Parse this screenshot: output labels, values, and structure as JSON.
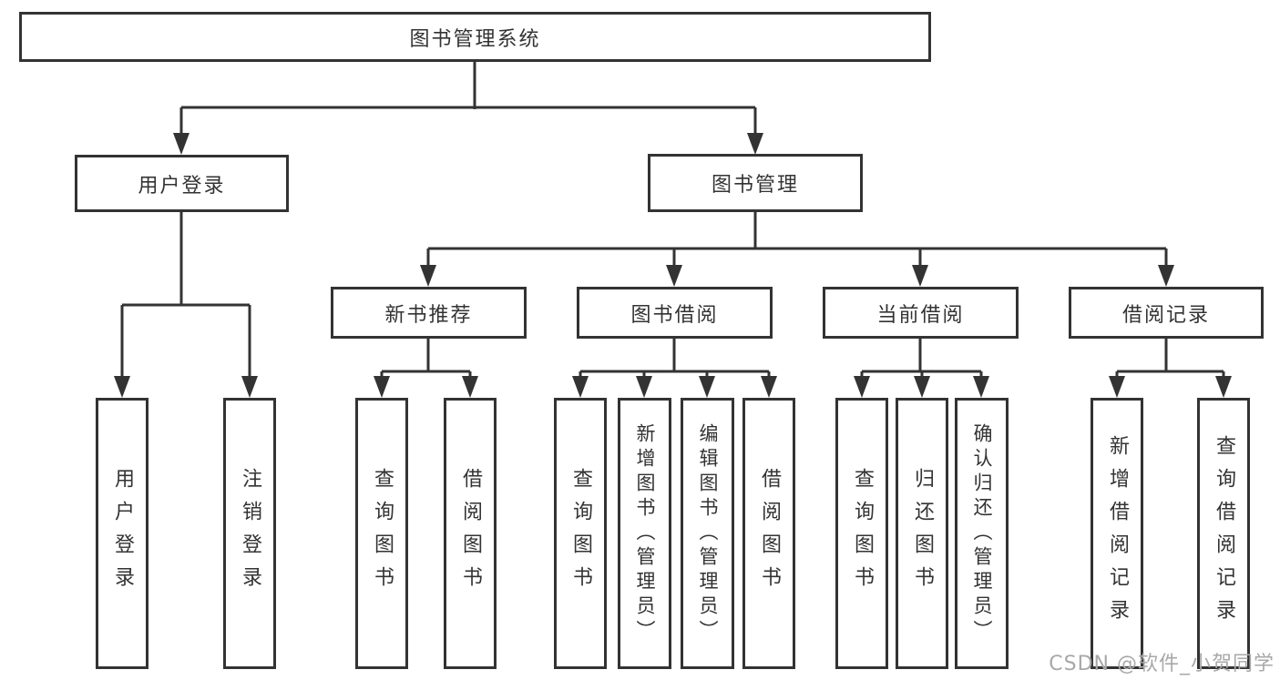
{
  "title": "图书管理系统",
  "level2": {
    "user_login": "用户登录",
    "book_mgmt": "图书管理"
  },
  "level3": {
    "new_book_rec": "新书推荐",
    "book_borrow": "图书借阅",
    "current_borrow": "当前借阅",
    "borrow_records": "借阅记录"
  },
  "leaves": {
    "user_login": "用户登录",
    "logout": "注销登录",
    "query_book_rec": "查询图书",
    "borrow_book_rec": "借阅图书",
    "query_book_borrow": "查询图书",
    "add_book_admin": "新增图书（管理员）",
    "edit_book_admin": "编辑图书（管理员）",
    "borrow_book": "借阅图书",
    "query_book_current": "查询图书",
    "return_book": "归还图书",
    "confirm_return_admin": "确认归还（管理员）",
    "add_borrow_record": "新增借阅记录",
    "query_borrow_record": "查询借阅记录"
  },
  "watermark": "CSDN @软件_小贺同学",
  "colors": {
    "line": "#333333",
    "text": "#333333",
    "watermark": "#a8a8a8",
    "background": "#ffffff"
  }
}
